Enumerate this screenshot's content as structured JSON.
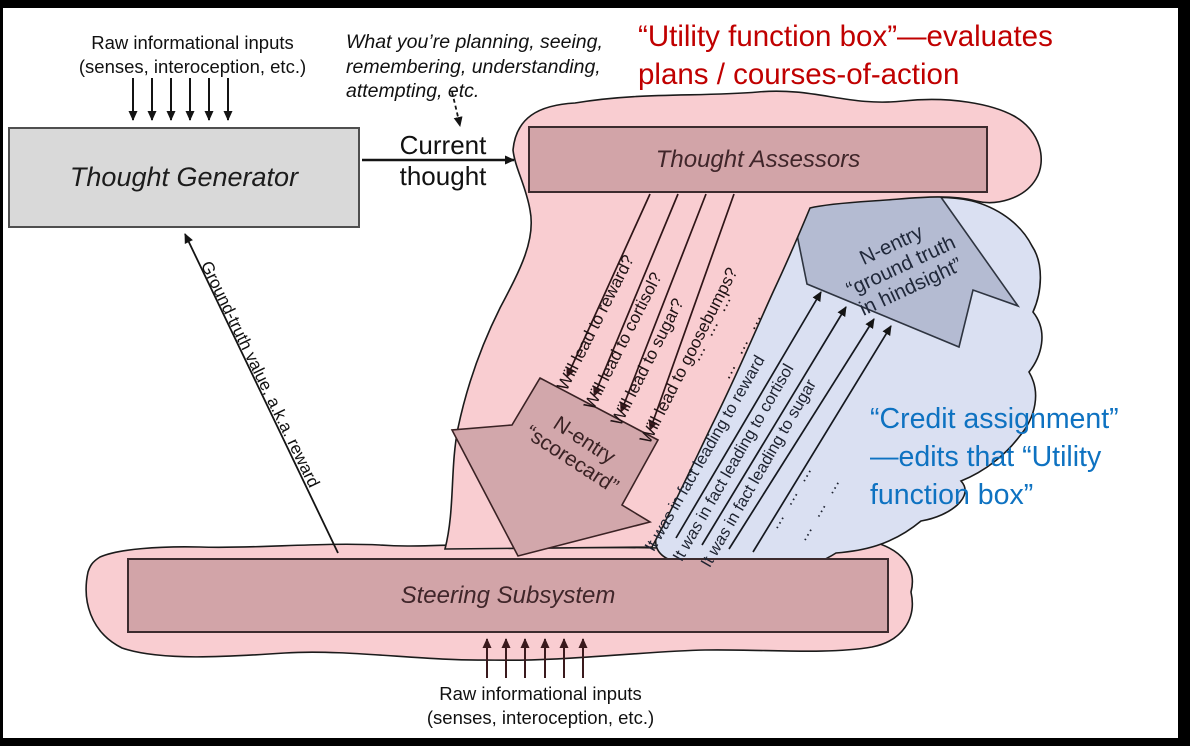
{
  "headings": {
    "utility": {
      "color": "#C00000",
      "line1": "“Utility function box”—evaluates",
      "line2": "plans / courses-of-action"
    },
    "credit": {
      "color": "#0E72C1",
      "line1": "“Credit assignment”",
      "line2": "—edits that “Utility",
      "line3": "function box”"
    }
  },
  "boxes": {
    "thought_generator": "Thought Generator",
    "thought_assessors": "Thought Assessors",
    "steering_subsystem": "Steering Subsystem"
  },
  "annotations": {
    "raw_inputs_top": {
      "line1": "Raw informational inputs",
      "line2": "(senses, interoception, etc.)"
    },
    "raw_inputs_bottom": {
      "line1": "Raw informational inputs",
      "line2": "(senses, interoception, etc.)"
    },
    "thought_note": {
      "line1": "What you’re planning, seeing,",
      "line2": "remembering, understanding,",
      "line3": "attempting, etc."
    },
    "current_thought": {
      "line1": "Current",
      "line2": "thought"
    },
    "ground_truth_value": "Ground-truth value, a.k.a. reward"
  },
  "assessor_queries": {
    "items": [
      "Will lead to reward?",
      "Will lead to cortisol?",
      "Will lead to sugar?",
      "Will lead to goosebumps?"
    ],
    "ellipsis": "…  …  …"
  },
  "hindsight_reports": {
    "items": [
      {
        "pre": "It ",
        "em": "was",
        "post": " in fact leading to reward"
      },
      {
        "pre": "It ",
        "em": "was",
        "post": " in fact leading to cortisol"
      },
      {
        "pre": "It ",
        "em": "was",
        "post": " in fact leading to sugar"
      }
    ],
    "ellipsis": "…  …  …"
  },
  "block_arrows": {
    "scorecard": {
      "line1": "N-entry",
      "line2": "“scorecard”"
    },
    "hindsight": {
      "line1": "N-entry",
      "line2": "“ground truth",
      "line3": "in hindsight”"
    }
  },
  "colors": {
    "pink_region": "#F9CDD1",
    "mauve_box": "#D2A4A8",
    "blue_region": "#DAE0F2",
    "slate_arrow": "#B4BBD2",
    "gray_box": "#D9D9D9",
    "dark_maroon": "#3A2224",
    "red_heading": "#C00000",
    "blue_heading": "#0E72C1"
  }
}
